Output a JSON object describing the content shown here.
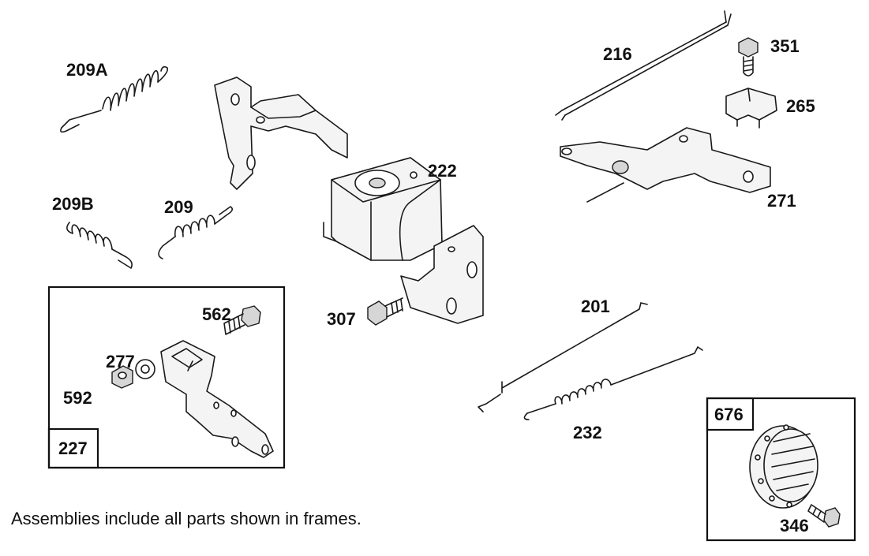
{
  "labels": {
    "p209a": "209A",
    "p209b": "209B",
    "p209": "209",
    "p222": "222",
    "p307": "307",
    "p216": "216",
    "p351": "351",
    "p265": "265",
    "p271": "271",
    "p201": "201",
    "p232": "232",
    "p562": "562",
    "p277": "277",
    "p592": "592",
    "p227": "227",
    "p676": "676",
    "p346": "346"
  },
  "note": "Assemblies include all parts shown in frames."
}
